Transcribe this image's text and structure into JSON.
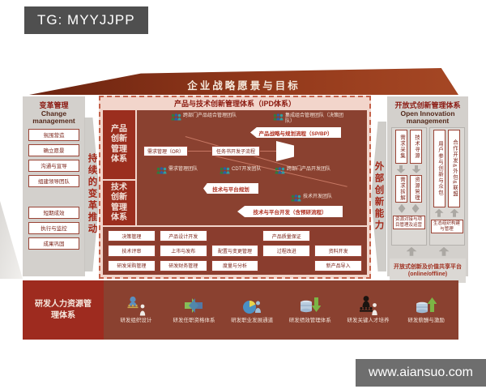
{
  "watermarks": {
    "tg": "TG: MYYJJPP",
    "site": "www.aiansuo.com"
  },
  "roof": {
    "title": "企业战略愿景与目标"
  },
  "left_panel": {
    "title_zh": "变革管理",
    "title_en": "Change management",
    "items": [
      "氛围营造",
      "确立愿景",
      "沟通与宣导",
      "组建领导团队",
      "短期成效",
      "执行与监控",
      "成果巩固"
    ]
  },
  "connectors": {
    "left": "持续的变革推动",
    "right": "外部创新能力"
  },
  "center": {
    "title": "产品与技术创新管理体系（IPD体系）",
    "sections": {
      "product": "产品创新管理体系",
      "tech": "技术创新管理体系"
    },
    "teams": {
      "portfolio": "跨部门产品组合管理团队",
      "ipmt": "集成组合管理团队（决策团队）",
      "req": "需求管理团队",
      "cdt": "CDT开发团队",
      "pdt": "跨部门产品开发团队",
      "tdt": "技术开发团队"
    },
    "flows": {
      "sp_bp": "产品战略与规划流程（SP/BP）",
      "or": "需求管理（OR）",
      "charter": "任务书开发子流程",
      "tech_plan": "技术与平台规划",
      "tech_dev": "技术与平台开发（含预研流程）"
    },
    "grid": [
      [
        "决策管理",
        "产品设计开发",
        "",
        "产品质量保证",
        ""
      ],
      [
        "技术评审",
        "上市与发布",
        "配置与变更管理",
        "过程改进",
        "资料开发"
      ],
      [
        "研发采购管理",
        "研发财务管理",
        "度量与分析",
        "",
        "新产品导入"
      ]
    ]
  },
  "right_panel": {
    "title_zh": "开放式创新管理体系",
    "title_en": "Open Innovation management",
    "col1": {
      "top": [
        "需求采集",
        "技术寻源"
      ],
      "mid": [
        "需求拆解",
        "资源管理"
      ],
      "bottom": "资源对接与项目管理及运营"
    },
    "col2": {
      "top": [
        "用户参与创新与众包",
        "合作开发&外包&联盟"
      ],
      "bottom": "生态组织构建与管理"
    },
    "platform_line1": "开放式创新及价值共享平台",
    "platform_line2": "(online/offline)"
  },
  "bottom_bar": {
    "title": "研发人力资源管理体系",
    "items": [
      {
        "label": "研发组织设计",
        "icon": "org-design-icon"
      },
      {
        "label": "研发任职资格体系",
        "icon": "qualification-icon"
      },
      {
        "label": "研发职业发展通道",
        "icon": "career-path-icon"
      },
      {
        "label": "研发绩效管理体系",
        "icon": "performance-icon"
      },
      {
        "label": "研发关键人才培养",
        "icon": "key-talent-icon"
      },
      {
        "label": "研发薪酬与激励",
        "icon": "compensation-icon"
      }
    ]
  },
  "colors": {
    "roof_red": "#93391B",
    "accent_red": "#9E2B1F",
    "flow_brown": "#8A4130",
    "panel_gray": "#D3D0CC",
    "box_border_red": "#9A4436",
    "text_red": "#8B1A10",
    "watermark_gray": "#4F4F4F",
    "site_gray": "#6E6E6E"
  }
}
